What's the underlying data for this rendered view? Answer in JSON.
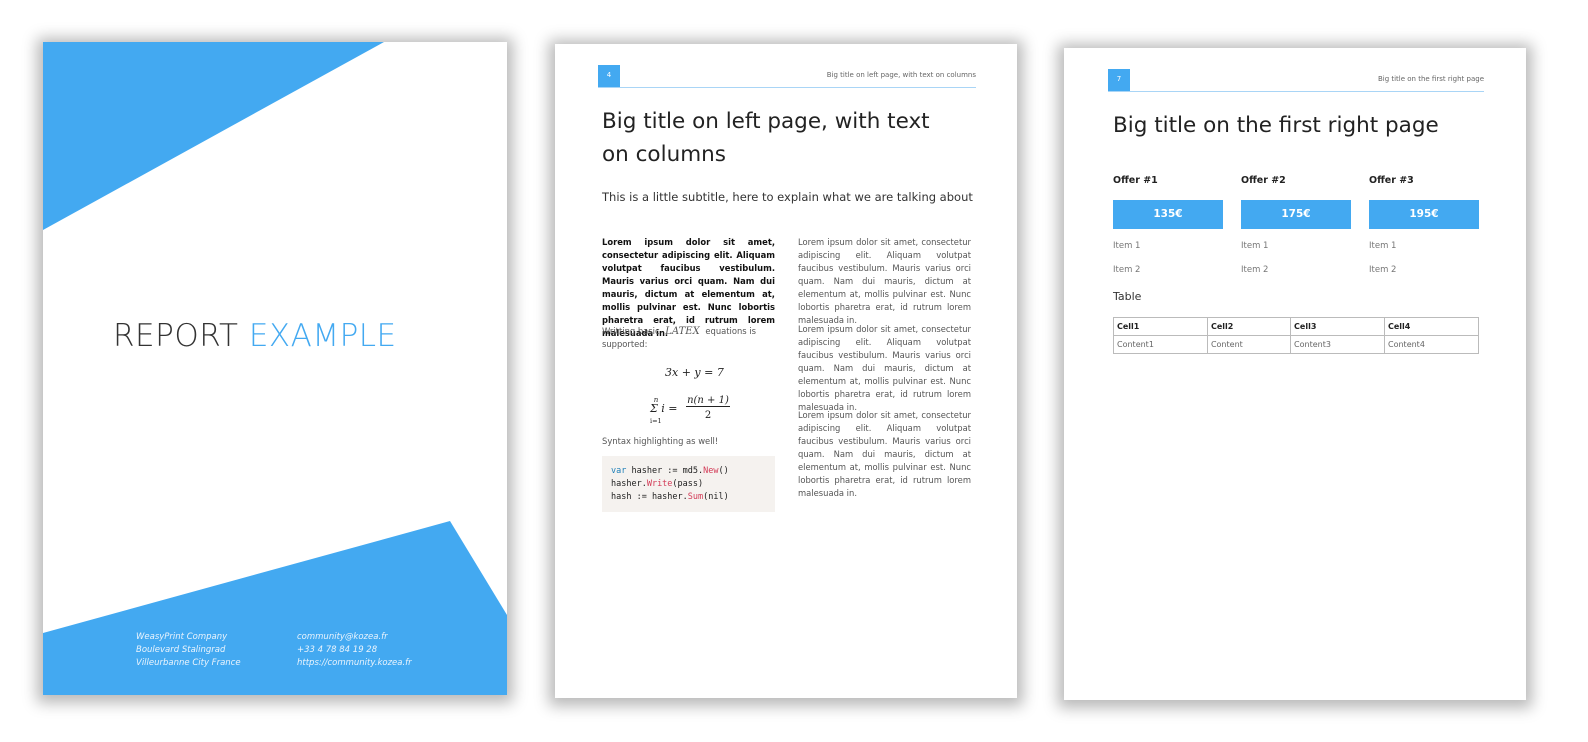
{
  "colors": {
    "accent": "#43a9f1",
    "text": "#333333",
    "code_bg": "#f5f2ef"
  },
  "cover": {
    "title_part1": "REPORT",
    "title_part2": "EXAMPLE",
    "address": [
      "WeasyPrint Company",
      "Boulevard Stalingrad",
      "Villeurbanne City France"
    ],
    "contact": [
      "community@kozea.fr",
      "+33 4 78 84 19 28",
      "https://community.kozea.fr"
    ]
  },
  "page_left": {
    "number": "4",
    "running_title": "Big title on left page, with text on columns",
    "title": "Big title on left page, with text on columns",
    "subtitle": "This is a little subtitle, here to explain what we are talking about",
    "bold_paragraph": "Lorem ipsum dolor sit amet, consectetur adipiscing elit. Aliquam volutpat faucibus vestibulum. Mauris varius orci quam. Nam dui mauris, dictum at elementum at, mollis pulvinar est. Nunc lobortis pharetra erat, id rutrum lorem malesuada in.",
    "latex_note_prefix": "Writting basic",
    "latex_word": "LATEX",
    "latex_note_suffix": "equations is supported:",
    "equation1": "3x + y = 7",
    "equation2_left": "Σ i =",
    "equation2_upper": "n",
    "equation2_lower": "i=1",
    "equation2_num": "n(n + 1)",
    "equation2_den": "2",
    "syntax_note": "Syntax highlighting as well!",
    "code_lines": [
      [
        "var",
        " hasher := md5.",
        "New",
        "()"
      ],
      [
        "",
        "hasher.",
        "Write",
        "(pass)"
      ],
      [
        "",
        "hash := hasher.",
        "Sum",
        "(nil)"
      ]
    ],
    "right_paragraphs": [
      "Lorem ipsum dolor sit amet, consectetur adipiscing elit. Aliquam volutpat faucibus vestibulum. Mauris varius orci quam. Nam dui mauris, dictum at elementum at, mollis pulvinar est. Nunc lobortis pharetra erat, id rutrum lorem malesuada in.",
      "Lorem ipsum dolor sit amet, consectetur adipiscing elit. Aliquam volutpat faucibus vestibulum. Mauris varius orci quam. Nam dui mauris, dictum at elementum at, mollis pulvinar est. Nunc lobortis pharetra erat, id rutrum lorem malesuada in.",
      "Lorem ipsum dolor sit amet, consectetur adipiscing elit. Aliquam volutpat faucibus vestibulum. Mauris varius orci quam. Nam dui mauris, dictum at elementum at, mollis pulvinar est. Nunc lobortis pharetra erat, id rutrum lorem malesuada in."
    ]
  },
  "page_right": {
    "number": "7",
    "running_title": "Big title on the first right page",
    "title": "Big title on the first right page",
    "offers": [
      {
        "name": "Offer #1",
        "price": "135€",
        "items": [
          "Item 1",
          "Item 2"
        ]
      },
      {
        "name": "Offer #2",
        "price": "175€",
        "items": [
          "Item 1",
          "Item 2"
        ]
      },
      {
        "name": "Offer #3",
        "price": "195€",
        "items": [
          "Item 1",
          "Item 2"
        ]
      }
    ],
    "table_label": "Table",
    "table": {
      "headers": [
        "Cell1",
        "Cell2",
        "Cell3",
        "Cell4"
      ],
      "rows": [
        [
          "Content1",
          "Content",
          "Content3",
          "Content4"
        ]
      ]
    }
  }
}
